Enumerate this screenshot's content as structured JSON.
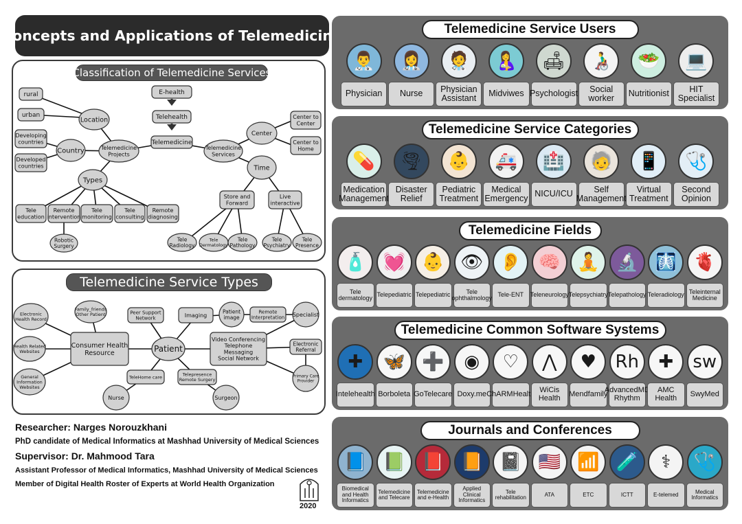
{
  "title": "Concepts and Applications of Telemedicine",
  "classification": {
    "heading": "Classification of Telemedicine Services",
    "nodes": {
      "rural": "rural",
      "urban": "urban",
      "location": "Location",
      "developing": [
        "Developing",
        "countries"
      ],
      "developed": [
        "Developed",
        "countries"
      ],
      "country": "Country",
      "tm_projects": [
        "Telemedicine",
        "Projects"
      ],
      "types": "Types",
      "tele_education": [
        "Tele",
        "education"
      ],
      "remote_intervention": [
        "Remote",
        "intervention"
      ],
      "tele_monitoring": [
        "Tele",
        "monitoring"
      ],
      "tele_consulting": [
        "Tele",
        "consulting"
      ],
      "remote_diagnosing": [
        "Remote",
        "diagnosing"
      ],
      "robotic_surgery": [
        "Robotic",
        "Surgery"
      ],
      "ehealth": "E-health",
      "telehealth": "Telehealth",
      "telemedicine": "Telemedicine",
      "tm_services": [
        "Telemedicine",
        "Services"
      ],
      "center": "Center",
      "center_to_center": [
        "Center to",
        "Center"
      ],
      "center_to_home": [
        "Center to",
        "Home"
      ],
      "time": "Time",
      "store_forward": [
        "Store and",
        "Forward"
      ],
      "live_interactive": [
        "Live",
        "interactive"
      ],
      "tele_radiology": [
        "Tele",
        "Radiology"
      ],
      "tele_dermatology": [
        "Tele",
        "Dermatology"
      ],
      "tele_pathology": [
        "Tele",
        "Pathology"
      ],
      "tele_psychiatry": [
        "Tele",
        "Psychiatry"
      ],
      "tele_presence": [
        "Tele",
        "Presence"
      ]
    }
  },
  "service_types": {
    "heading": "Telemedicine Service Types",
    "nodes": {
      "ehr": [
        "Electronic",
        "Health Record"
      ],
      "health_websites": [
        "Health Related",
        "Websites"
      ],
      "general_websites": [
        "General",
        "Information",
        "Websites"
      ],
      "family": [
        "Family_friends",
        "Other Patient"
      ],
      "chr": [
        "Consumer Health",
        "Resource"
      ],
      "peer": [
        "Peer Support",
        "Network"
      ],
      "imaging": "Imaging",
      "patient_image": [
        "Patient",
        "image"
      ],
      "remote_interp": [
        "Remote",
        "Interpretation"
      ],
      "specialist": "Specialist",
      "patient": "Patient",
      "video": [
        "Video Conferencing",
        "Telephone",
        "Messaging",
        "Social Network"
      ],
      "e_referral": [
        "Electronic",
        "Referral"
      ],
      "primary_care": [
        "Primary Care",
        "Provider"
      ],
      "telehome": "TeleHome care",
      "telepresence": [
        "Telepresence",
        "Remote Surgery"
      ],
      "nurse": "Nurse",
      "surgeon": "Surgeon"
    }
  },
  "credits": {
    "researcher": "Researcher: Narges Norouzkhani",
    "researcher_role": "PhD candidate of Medical Informatics at Mashhad University of Medical Sciences",
    "supervisor": "Supervisor: Dr. Mahmood Tara",
    "supervisor_role": "Assistant Professor of Medical Informatics, Mashhad University of Medical Sciences",
    "member": "Member of Digital Health Roster of Experts at World Health Organization",
    "year": "2020"
  },
  "panels": [
    {
      "title": "Telemedicine Service Users",
      "label_size": "lg",
      "items": [
        {
          "label": "Physician",
          "icon": "physician-icon",
          "glyph": "👨‍⚕️",
          "bg": "#7fb7d9"
        },
        {
          "label": "Nurse",
          "icon": "nurse-icon",
          "glyph": "👩‍⚕️",
          "bg": "#8fb8e0"
        },
        {
          "label": "Physician Assistant",
          "icon": "physician-assistant-icon",
          "glyph": "🧑‍⚕️",
          "bg": "#e9eef2"
        },
        {
          "label": "Midviwes",
          "icon": "midwife-icon",
          "glyph": "🤱",
          "bg": "#7ccbd3"
        },
        {
          "label": "Psychologist",
          "icon": "psychologist-icon",
          "glyph": "🛋",
          "bg": "#cfd8d0"
        },
        {
          "label": "Social worker",
          "icon": "social-worker-icon",
          "glyph": "👨‍🦽",
          "bg": "#f4f4f4"
        },
        {
          "label": "Nutritionist",
          "icon": "nutritionist-icon",
          "glyph": "🥗",
          "bg": "#cdeee0"
        },
        {
          "label": "HIT Specialist",
          "icon": "hit-specialist-icon",
          "glyph": "💻",
          "bg": "#ededed"
        }
      ]
    },
    {
      "title": "Telemedicine Service Categories",
      "label_size": "lg",
      "items": [
        {
          "label": "Medication Management",
          "icon": "medication-icon",
          "glyph": "💊",
          "bg": "#d9efe9"
        },
        {
          "label": "Disaster Relief",
          "icon": "disaster-icon",
          "glyph": "🌪",
          "bg": "#33485e"
        },
        {
          "label": "Pediatric Treatment",
          "icon": "pediatric-icon",
          "glyph": "👶",
          "bg": "#f3e4d3"
        },
        {
          "label": "Medical Emergency",
          "icon": "ambulance-icon",
          "glyph": "🚑",
          "bg": "#f2f2f2"
        },
        {
          "label": "NICU/ICU",
          "icon": "nicu-icon",
          "glyph": "🏥",
          "bg": "#dbe9f3"
        },
        {
          "label": "Self Management",
          "icon": "self-management-icon",
          "glyph": "🧓",
          "bg": "#eae4dc"
        },
        {
          "label": "Virtual Treatment",
          "icon": "virtual-treatment-icon",
          "glyph": "📱",
          "bg": "#e1eef7"
        },
        {
          "label": "Second Opinion",
          "icon": "second-opinion-icon",
          "glyph": "🩺",
          "bg": "#e3eef6"
        }
      ]
    },
    {
      "title": "Telemedicine Fields",
      "label_size": "sm",
      "items": [
        {
          "label": "Tele dermatology",
          "icon": "dermatology-icon",
          "glyph": "🧴",
          "bg": "#f3eeee"
        },
        {
          "label": "Telepediatric",
          "icon": "telepediatric-heart-icon",
          "glyph": "💓",
          "bg": "#f1f1f1"
        },
        {
          "label": "Telepediatric",
          "icon": "telepediatric-baby-icon",
          "glyph": "👶",
          "bg": "#f6efe6"
        },
        {
          "label": "Tele ophthalmology",
          "icon": "ophthalmology-icon",
          "glyph": "👁",
          "bg": "#eef3f6"
        },
        {
          "label": "Tele-ENT",
          "icon": "ent-icon",
          "glyph": "👂",
          "bg": "#e3f3f6"
        },
        {
          "label": "Teleneurology",
          "icon": "neurology-icon",
          "glyph": "🧠",
          "bg": "#f3cfd4"
        },
        {
          "label": "Telepsychiatry",
          "icon": "psychiatry-icon",
          "glyph": "🧘",
          "bg": "#dff3ea"
        },
        {
          "label": "Telepathology",
          "icon": "pathology-icon",
          "glyph": "🔬",
          "bg": "#7d5a9b"
        },
        {
          "label": "Teleradiology",
          "icon": "radiology-icon",
          "glyph": "🩻",
          "bg": "#8fc0d9"
        },
        {
          "label": "Teleinternal Medicine",
          "icon": "internal-medicine-icon",
          "glyph": "🫀",
          "bg": "#f5f5f5"
        }
      ]
    },
    {
      "title": "Telemedicine Common Software Systems",
      "label_size": "md",
      "items": [
        {
          "label": "Intelehealth",
          "icon": "intelehealth-logo-icon",
          "glyph": "✚",
          "bg": "#1f6fb5"
        },
        {
          "label": "Borboleta",
          "icon": "borboleta-logo-icon",
          "glyph": "🦋",
          "bg": "#f7f7f7"
        },
        {
          "label": "GoTelecare",
          "icon": "gotelecare-logo-icon",
          "glyph": "➕",
          "bg": "#f7f7f7"
        },
        {
          "label": "Doxy.me",
          "icon": "doxyme-logo-icon",
          "glyph": "◉",
          "bg": "#f7f7f7"
        },
        {
          "label": "ChARMHealth",
          "icon": "charmhealth-logo-icon",
          "glyph": "♡",
          "bg": "#f7f7f7"
        },
        {
          "label": "WiCis Health",
          "icon": "wicis-logo-icon",
          "glyph": "⋀",
          "bg": "#f7f7f7"
        },
        {
          "label": "Mendfamily",
          "icon": "mendfamily-logo-icon",
          "glyph": "♥",
          "bg": "#f7f7f7"
        },
        {
          "label": "AdvancedMD Rhythm",
          "icon": "advancedmd-logo-icon",
          "glyph": "Rh",
          "bg": "#f7f7f7"
        },
        {
          "label": "AMC Health",
          "icon": "amc-health-logo-icon",
          "glyph": "✚",
          "bg": "#f7f7f7"
        },
        {
          "label": "SwyMed",
          "icon": "swymed-logo-icon",
          "glyph": "sw",
          "bg": "#f7f7f7"
        }
      ]
    },
    {
      "title": "Journals and Conferences",
      "label_size": "xs",
      "items": [
        {
          "label": "Biomedical and Health Informatics",
          "icon": "bhi-journal-icon",
          "glyph": "📘",
          "bg": "#8fb3cf"
        },
        {
          "label": "Telemedicine and Telecare",
          "icon": "jtt-journal-icon",
          "glyph": "📗",
          "bg": "#e8f4f4"
        },
        {
          "label": "Telemedicine and e-Health",
          "icon": "tmj-journal-icon",
          "glyph": "📕",
          "bg": "#b52a3a"
        },
        {
          "label": "Applied Clinical Informatics",
          "icon": "aci-journal-icon",
          "glyph": "📙",
          "bg": "#1d3b6b"
        },
        {
          "label": "Tele rehabilitation",
          "icon": "telerehab-journal-icon",
          "glyph": "📓",
          "bg": "#f4f4f4"
        },
        {
          "label": "ATA",
          "icon": "ata-logo-icon",
          "glyph": "🇺🇸",
          "bg": "#f4f4f4"
        },
        {
          "label": "ETC",
          "icon": "etc-logo-icon",
          "glyph": "📶",
          "bg": "#f4f4f4"
        },
        {
          "label": "ICTT",
          "icon": "ictt-logo-icon",
          "glyph": "🧪",
          "bg": "#2c5a8c"
        },
        {
          "label": "E-telemed",
          "icon": "etelemed-logo-icon",
          "glyph": "⚕",
          "bg": "#f4f4f4"
        },
        {
          "label": "Medical Informatics",
          "icon": "medical-informatics-logo-icon",
          "glyph": "🩺",
          "bg": "#2aa8c8"
        }
      ]
    }
  ]
}
